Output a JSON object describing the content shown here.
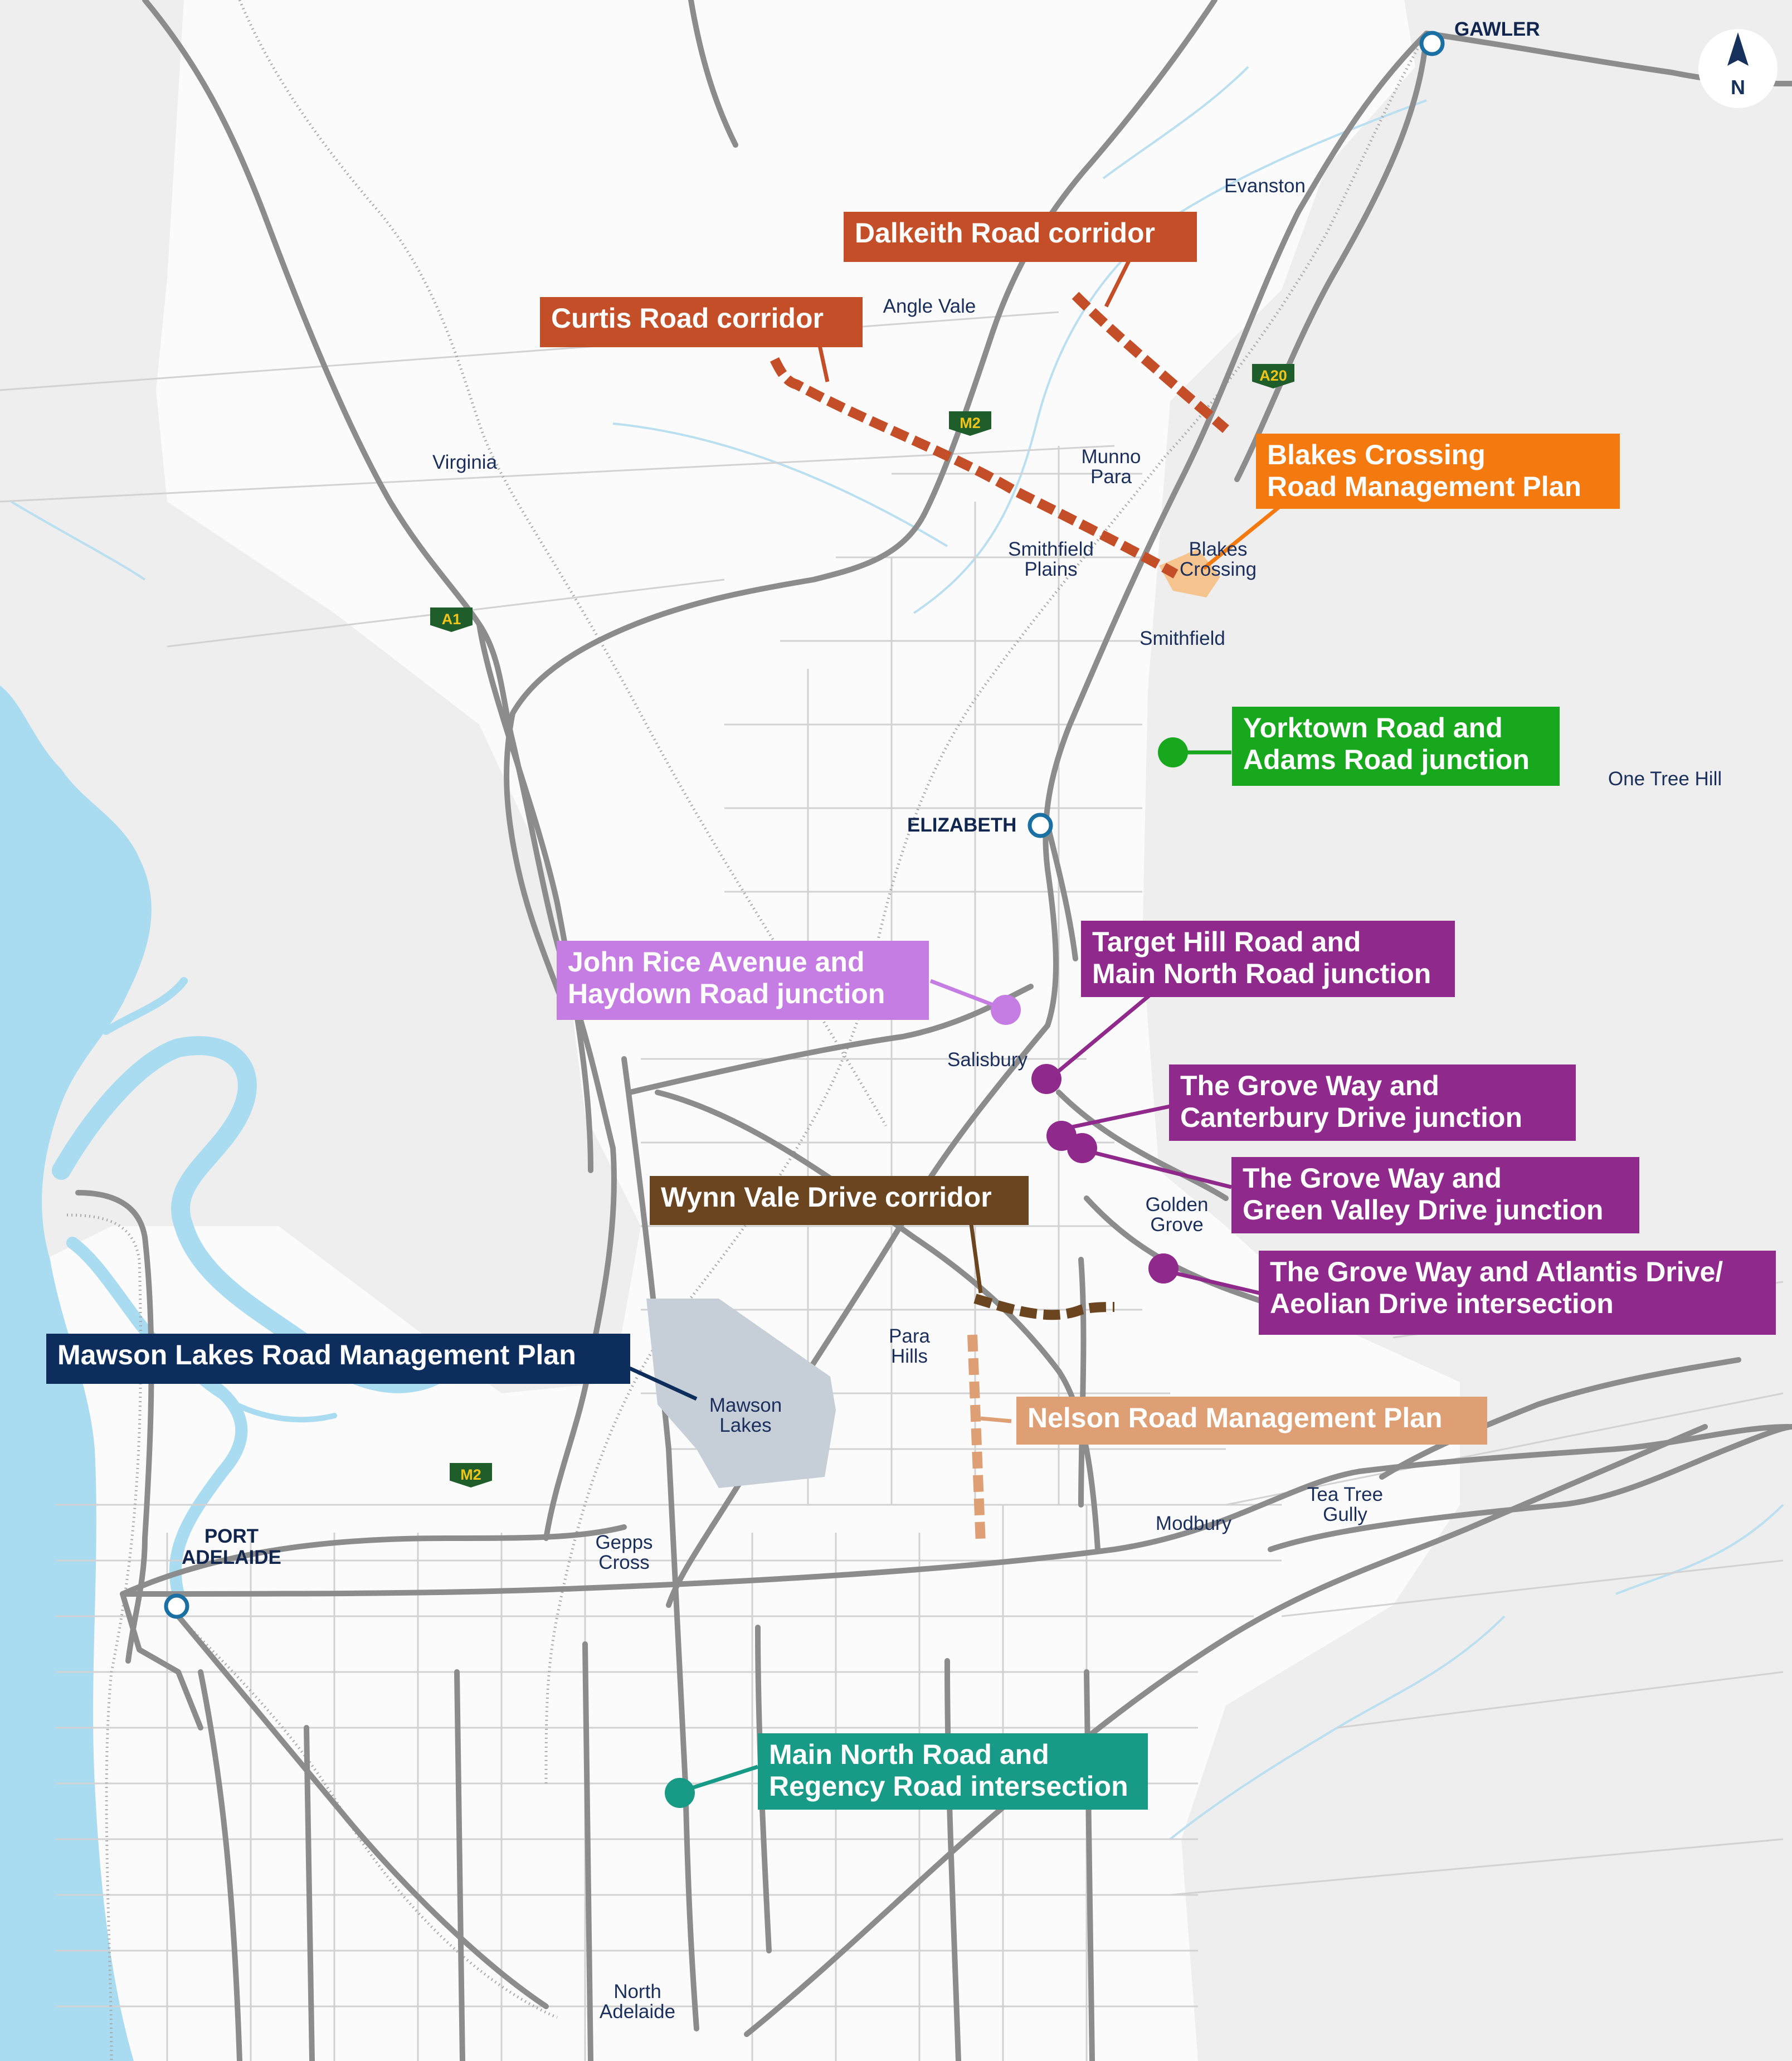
{
  "map": {
    "compass": {
      "letter": "N",
      "icon": "north-arrow-icon"
    },
    "callouts": {
      "dalkeith": {
        "label": "Dalkeith Road corridor",
        "color": "#c44e27"
      },
      "curtis": {
        "label": "Curtis Road corridor",
        "color": "#c44e27"
      },
      "blakes": {
        "line1": "Blakes Crossing",
        "line2": "Road Management Plan",
        "color": "#f47a10"
      },
      "yorktown": {
        "line1": "Yorktown Road and",
        "line2": "Adams Road junction",
        "color": "#17a81d"
      },
      "johnrice": {
        "line1": "John Rice Avenue and",
        "line2": "Haydown Road junction",
        "color": "#c57de3"
      },
      "targethill": {
        "line1": "Target Hill Road and",
        "line2": "Main North Road junction",
        "color": "#8f2a8c"
      },
      "canterbury": {
        "line1": "The Grove Way and",
        "line2": "Canterbury Drive junction",
        "color": "#8f2a8c"
      },
      "greenvalley": {
        "line1": "The Grove Way and",
        "line2": "Green Valley Drive junction",
        "color": "#8f2a8c"
      },
      "atlantis": {
        "line1": "The Grove Way and Atlantis Drive/",
        "line2": "Aeolian Drive intersection",
        "color": "#8f2a8c"
      },
      "wynnvale": {
        "label": "Wynn Vale Drive corridor",
        "color": "#6b4520"
      },
      "mawson": {
        "label": "Mawson Lakes Road Management Plan",
        "color": "#0d2e5c"
      },
      "nelson": {
        "label": "Nelson Road Management Plan",
        "color": "#dd9f73"
      },
      "mainnorth": {
        "line1": "Main North Road and",
        "line2": "Regency Road intersection",
        "color": "#179a86"
      }
    },
    "places": {
      "evanston": "Evanston",
      "anglevale": "Angle Vale",
      "virginia": "Virginia",
      "munnopara": [
        "Munno",
        "Para"
      ],
      "smithfieldplains": [
        "Smithfield",
        "Plains"
      ],
      "blakescrossing": [
        "Blakes",
        "Crossing"
      ],
      "smithfield": "Smithfield",
      "onetreehill": "One Tree Hill",
      "salisbury": "Salisbury",
      "goldengrove": [
        "Golden",
        "Grove"
      ],
      "parahills": [
        "Para",
        "Hills"
      ],
      "mawsonlakes": [
        "Mawson",
        "Lakes"
      ],
      "teatreegully": [
        "Tea Tree",
        "Gully"
      ],
      "modbury": "Modbury",
      "geppscross": [
        "Gepps",
        "Cross"
      ],
      "northadelaide": [
        "North",
        "Adelaide"
      ]
    },
    "towns": {
      "gawler": "GAWLER",
      "elizabeth": "ELIZABETH",
      "portadelaide": [
        "PORT",
        "ADELAIDE"
      ]
    },
    "shields": {
      "a1": "A1",
      "m2_top": "M2",
      "a20": "A20",
      "m2_bottom": "M2"
    }
  }
}
